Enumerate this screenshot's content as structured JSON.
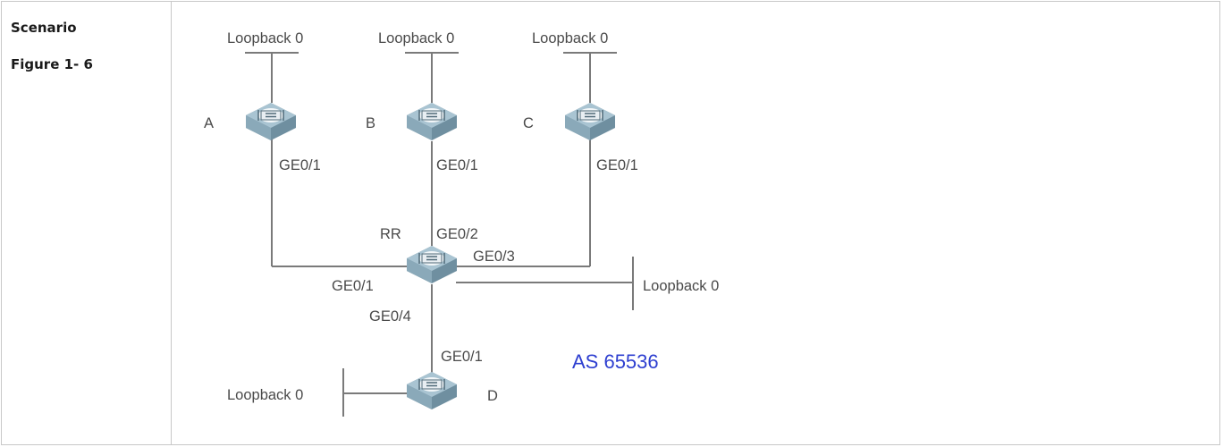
{
  "table": {
    "row_label_1": "Scenario",
    "row_label_2": "Figure 1- 6"
  },
  "diagram": {
    "routers": {
      "a": {
        "name": "A",
        "port": "GE0/1",
        "loopback": "Loopback 0"
      },
      "b": {
        "name": "B",
        "port": "GE0/1",
        "loopback": "Loopback 0"
      },
      "c": {
        "name": "C",
        "port": "GE0/1",
        "loopback": "Loopback 0"
      },
      "rr": {
        "name": "RR",
        "port_a": "GE0/1",
        "port_b": "GE0/2",
        "port_c": "GE0/3",
        "port_d": "GE0/4",
        "loopback": "Loopback 0"
      },
      "d": {
        "name": "D",
        "port": "GE0/1",
        "loopback": "Loopback 0"
      }
    },
    "as_label": "AS 65536",
    "colors": {
      "line": "#7a7a7a",
      "text": "#4a4a4a",
      "as_text": "#2e3fd0",
      "router_top": "#a9c4d2",
      "router_side": "#6f8fa0"
    },
    "icon": "router-icon"
  }
}
